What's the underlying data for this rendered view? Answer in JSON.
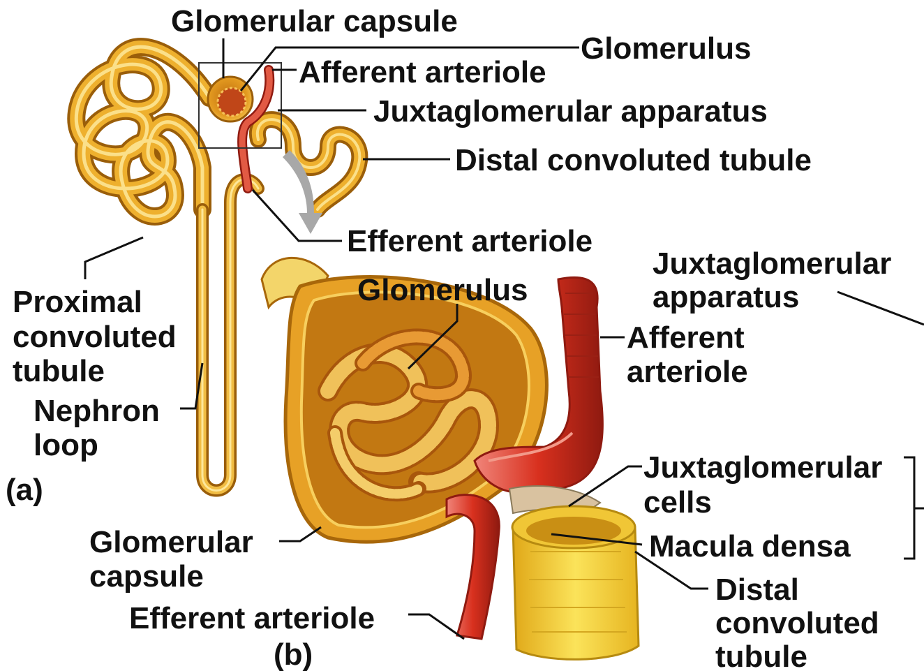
{
  "panel_a": {
    "marker": "(a)",
    "labels": {
      "glomerular_capsule": "Glomerular capsule",
      "glomerulus": "Glomerulus",
      "afferent_arteriole": "Afferent arteriole",
      "juxtaglomerular_apparatus": "Juxtaglomerular apparatus",
      "distal_convoluted_tubule": "Distal convoluted tubule",
      "efferent_arteriole": "Efferent arteriole",
      "proximal_convoluted_tubule": [
        "Proximal",
        "convoluted",
        "tubule"
      ],
      "nephron_loop": [
        "Nephron",
        "loop"
      ]
    }
  },
  "panel_b": {
    "marker": "(b)",
    "labels": {
      "glomerulus": "Glomerulus",
      "juxtaglomerular_apparatus": [
        "Juxtaglomerular",
        "apparatus"
      ],
      "afferent_arteriole": [
        "Afferent",
        "arteriole"
      ],
      "juxtaglomerular_cells": [
        "Juxtaglomerular",
        "cells"
      ],
      "macula_densa": "Macula densa",
      "distal_convoluted_tubule": [
        "Distal",
        "convoluted",
        "tubule"
      ],
      "glomerular_capsule": [
        "Glomerular",
        "capsule"
      ],
      "efferent_arteriole": "Efferent arteriole"
    }
  },
  "colors": {
    "tubule": "#e8a21a",
    "tubule_light": "#f7d36a",
    "tubule_dark": "#a8670a",
    "arteriole": "#d8301e",
    "arteriole_dark": "#8f1a10",
    "distal_tubule_b": "#f3d33a",
    "label": "#111111"
  }
}
